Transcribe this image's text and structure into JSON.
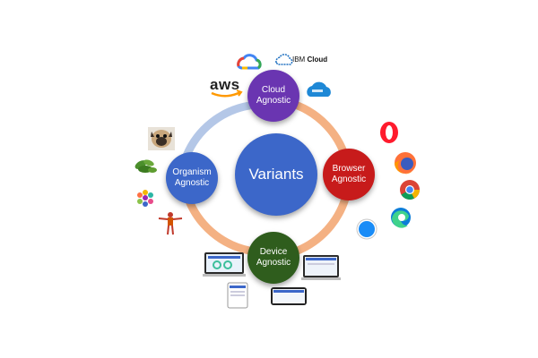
{
  "center": {
    "label": "Variants"
  },
  "nodes": {
    "cloud": {
      "label": "Cloud Agnostic"
    },
    "browser": {
      "label": "Browser Agnostic"
    },
    "device": {
      "label": "Device Agnostic"
    },
    "organism": {
      "label": "Organism Agnostic"
    }
  },
  "logos": {
    "aws": "aws",
    "ibm": "IBM",
    "ibm_cloud": "Cloud"
  },
  "colors": {
    "center": "#3c67c9",
    "cloud": "#6a35b1",
    "browser": "#c71b1b",
    "device": "#2f5d1d",
    "organism": "#3c67c9",
    "ring_warm": "#f4b183",
    "ring_cool": "#b4c7e7"
  },
  "icons": [
    "google-cloud-icon",
    "ibm-cloud-icon",
    "aws-icon",
    "azure-icon",
    "opera-icon",
    "firefox-icon",
    "chrome-icon",
    "edge-icon",
    "safari-icon",
    "laptop-icon",
    "tablet-icon",
    "phone-icon",
    "monitor-icon",
    "dog-icon",
    "plant-icon",
    "cells-icon",
    "human-anatomy-icon"
  ]
}
